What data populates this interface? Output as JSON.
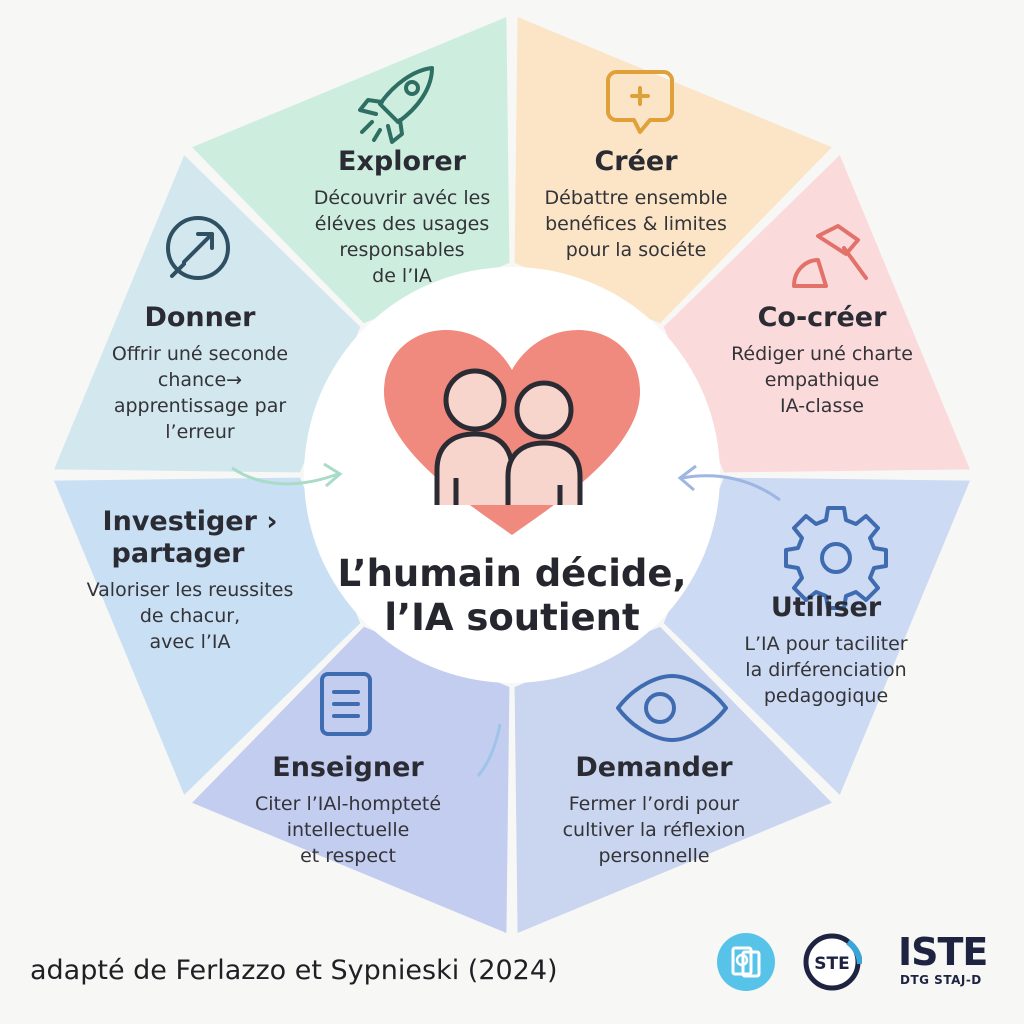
{
  "center": {
    "title_line1": "L’humain décide,",
    "title_line2": "l’IA soutient"
  },
  "segments": [
    {
      "id": "explorer",
      "color": "#cdeede",
      "icon": "rocket-icon",
      "title": "Explorer",
      "lines": [
        "Découvrir avéc les",
        "éléves des usages",
        "responsables",
        "de l’IA"
      ]
    },
    {
      "id": "creer",
      "color": "#fbe5c6",
      "icon": "chat-plus-icon",
      "title": "Créer",
      "lines": [
        "Débattre ensemble",
        "benéfices & limites",
        "pour la sociéte"
      ]
    },
    {
      "id": "co-creer",
      "color": "#fadadb",
      "icon": "hammer-icon",
      "title": "Co-créer",
      "lines": [
        "Rédiger uné charte",
        "empathique",
        "IA-classe"
      ]
    },
    {
      "id": "utiliser",
      "color": "#cddaf3",
      "icon": "gear-icon",
      "title": "Utiliser",
      "lines": [
        "L’IA pour taciliter",
        "la dirférenciation",
        "pedagogique"
      ]
    },
    {
      "id": "demander",
      "color": "#cad6f0",
      "icon": "eye-icon",
      "title": "Demander",
      "lines": [
        "Fermer l’ordi pour",
        "cultiver la réflexion",
        "personnelle"
      ]
    },
    {
      "id": "enseigner",
      "color": "#c3cdf0",
      "icon": "document-icon",
      "title": "Enseigner",
      "lines": [
        "Citer l’IAl-homptеté",
        "intellectuelle",
        "et respect"
      ]
    },
    {
      "id": "investiger",
      "color": "#c9dff3",
      "icon": "chevron-right-icon",
      "title": "Investiger ›",
      "title2": "partager",
      "lines": [
        "Valoriser les reussites",
        "de chacur,",
        "avec l’IA"
      ]
    },
    {
      "id": "donner",
      "color": "#d3e7ee",
      "icon": "compass-arrow-icon",
      "title": "Donner",
      "lines": [
        "Offrir uné seconde",
        "chance→",
        "apprentissage par",
        "l’erreur"
      ]
    }
  ],
  "credit": "adapté de Ferlazzo et Sypnieski (2024)",
  "logos": {
    "logo_b_text": "STE",
    "logo_c_word": "ISTE",
    "logo_c_sub": "DTG STAJ-D"
  },
  "colors": {
    "heart": "#f08a7e",
    "figure_fill": "#f7d5cc",
    "figure_stroke": "#2b2b33",
    "icon_green": "#2f6f63",
    "icon_orange": "#e0a13a",
    "icon_red": "#e2716a",
    "icon_blue": "#3f6cb0"
  }
}
